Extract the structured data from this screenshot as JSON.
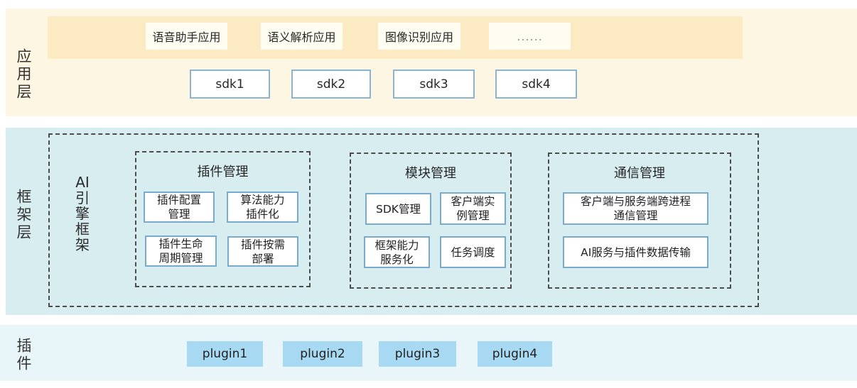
{
  "app_layer": {
    "label": "应用层",
    "apps": [
      "语音助手应用",
      "语义解析应用",
      "图像识别应用",
      "......"
    ],
    "sdks": [
      "sdk1",
      "sdk2",
      "sdk3",
      "sdk4"
    ]
  },
  "framework_layer": {
    "label": "框架层",
    "engine": {
      "label": "AI引擎框架",
      "lines": [
        "AI",
        "引",
        "擎",
        "框",
        "架"
      ]
    },
    "groups": [
      {
        "title": "插件管理",
        "items": [
          {
            "label": "插件配置管理",
            "lines": [
              "插件配置",
              "管理"
            ]
          },
          {
            "label": "算法能力插件化",
            "lines": [
              "算法能力",
              "插件化"
            ]
          },
          {
            "label": "插件生命周期管理",
            "lines": [
              "插件生命",
              "周期管理"
            ]
          },
          {
            "label": "插件按需部署",
            "lines": [
              "插件按需",
              "部署"
            ]
          }
        ]
      },
      {
        "title": "模块管理",
        "items": [
          {
            "label": "SDK管理",
            "lines": [
              "SDK管理"
            ]
          },
          {
            "label": "客户端实例管理",
            "lines": [
              "客户端实",
              "例管理"
            ]
          },
          {
            "label": "框架能力服务化",
            "lines": [
              "框架能力",
              "服务化"
            ]
          },
          {
            "label": "任务调度",
            "lines": [
              "任务调度"
            ]
          }
        ]
      },
      {
        "title": "通信管理",
        "items": [
          {
            "label": "客户端与服务端跨进程通信管理",
            "lines": [
              "客户端与服务端跨进程",
              "通信管理"
            ]
          },
          {
            "label": "AI服务与插件数据传输",
            "lines": [
              "AI服务与插件数据传输"
            ]
          }
        ]
      }
    ]
  },
  "plugin_layer": {
    "label": "插件",
    "plugins": [
      "plugin1",
      "plugin2",
      "plugin3",
      "plugin4"
    ]
  },
  "colors": {
    "app_band_bg": "#fdf6e2",
    "app_banner_bg": "#fbeac2",
    "app_box_bg": "#fffdf2",
    "framework_band_bg": "#d8edf0",
    "plugin_band_bg": "#e9f6f9",
    "plugin_box_bg": "#a7d9f2",
    "box_border_blue": "#79abcc",
    "sdk_border_blue": "#8ab4cf",
    "dashed_border": "#4c4c4c",
    "text_dark": "#262626",
    "dots_gray": "#8f8f8f"
  }
}
